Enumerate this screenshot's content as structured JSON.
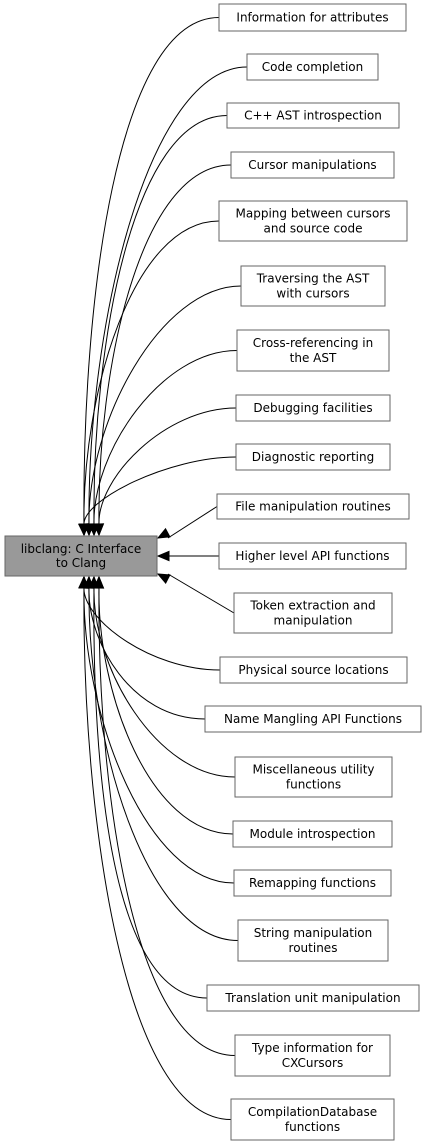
{
  "main": {
    "lines": [
      "libclang: C Interface",
      "to Clang"
    ]
  },
  "modules": [
    {
      "lines": [
        "Information for attributes"
      ]
    },
    {
      "lines": [
        "Code completion"
      ]
    },
    {
      "lines": [
        "C++ AST introspection"
      ]
    },
    {
      "lines": [
        "Cursor manipulations"
      ]
    },
    {
      "lines": [
        "Mapping between cursors",
        "and source code"
      ]
    },
    {
      "lines": [
        "Traversing the AST",
        "with cursors"
      ]
    },
    {
      "lines": [
        "Cross-referencing in",
        "the AST"
      ]
    },
    {
      "lines": [
        "Debugging facilities"
      ]
    },
    {
      "lines": [
        "Diagnostic reporting"
      ]
    },
    {
      "lines": [
        "File manipulation routines"
      ]
    },
    {
      "lines": [
        "Higher level API functions"
      ]
    },
    {
      "lines": [
        "Token extraction and",
        "manipulation"
      ]
    },
    {
      "lines": [
        "Physical source locations"
      ]
    },
    {
      "lines": [
        "Name Mangling API Functions"
      ]
    },
    {
      "lines": [
        "Miscellaneous utility",
        "functions"
      ]
    },
    {
      "lines": [
        "Module introspection"
      ]
    },
    {
      "lines": [
        "Remapping functions"
      ]
    },
    {
      "lines": [
        "String manipulation",
        "routines"
      ]
    },
    {
      "lines": [
        "Translation unit manipulation"
      ]
    },
    {
      "lines": [
        "Type information for",
        "CXCursors"
      ]
    },
    {
      "lines": [
        "CompilationDatabase",
        "functions"
      ]
    }
  ],
  "colors": {
    "main_fill": "#999999",
    "box_fill": "#ffffff",
    "box_stroke": "#666666",
    "edge": "#000000"
  }
}
